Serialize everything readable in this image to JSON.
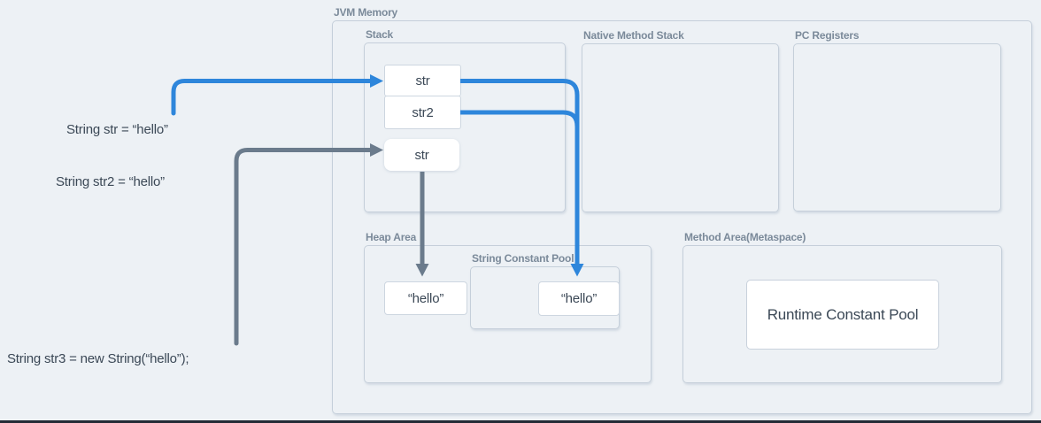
{
  "colors": {
    "reference_blue": "#2e86db",
    "object_gray": "#6b7b8c"
  },
  "jvm": {
    "title": "JVM Memory",
    "stack": {
      "label": "Stack",
      "vars": [
        "str",
        "str2",
        "str"
      ]
    },
    "native_method_stack": {
      "label": "Native Method Stack"
    },
    "pc_registers": {
      "label": "PC Registers"
    },
    "heap": {
      "label": "Heap Area",
      "object_value": "“hello”",
      "string_constant_pool": {
        "label": "String Constant Pool",
        "value": "“hello”"
      }
    },
    "method_area": {
      "label": "Method Area(Metaspace)",
      "runtime_constant_pool": "Runtime Constant Pool"
    }
  },
  "code": {
    "line1": "String str = “hello”",
    "line2": "String str2 = “hello”",
    "line3": "String str3 = new String(“hello”);"
  }
}
